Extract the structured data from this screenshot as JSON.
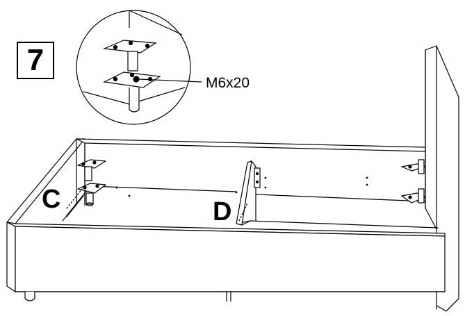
{
  "step": {
    "number": "7"
  },
  "callout": {
    "bolt_label": "M6x20"
  },
  "labels": {
    "corner_c": "C",
    "center_d": "D"
  },
  "colors": {
    "line": "#000000",
    "paper": "#ffffff",
    "shade": "#f2f2f2"
  }
}
